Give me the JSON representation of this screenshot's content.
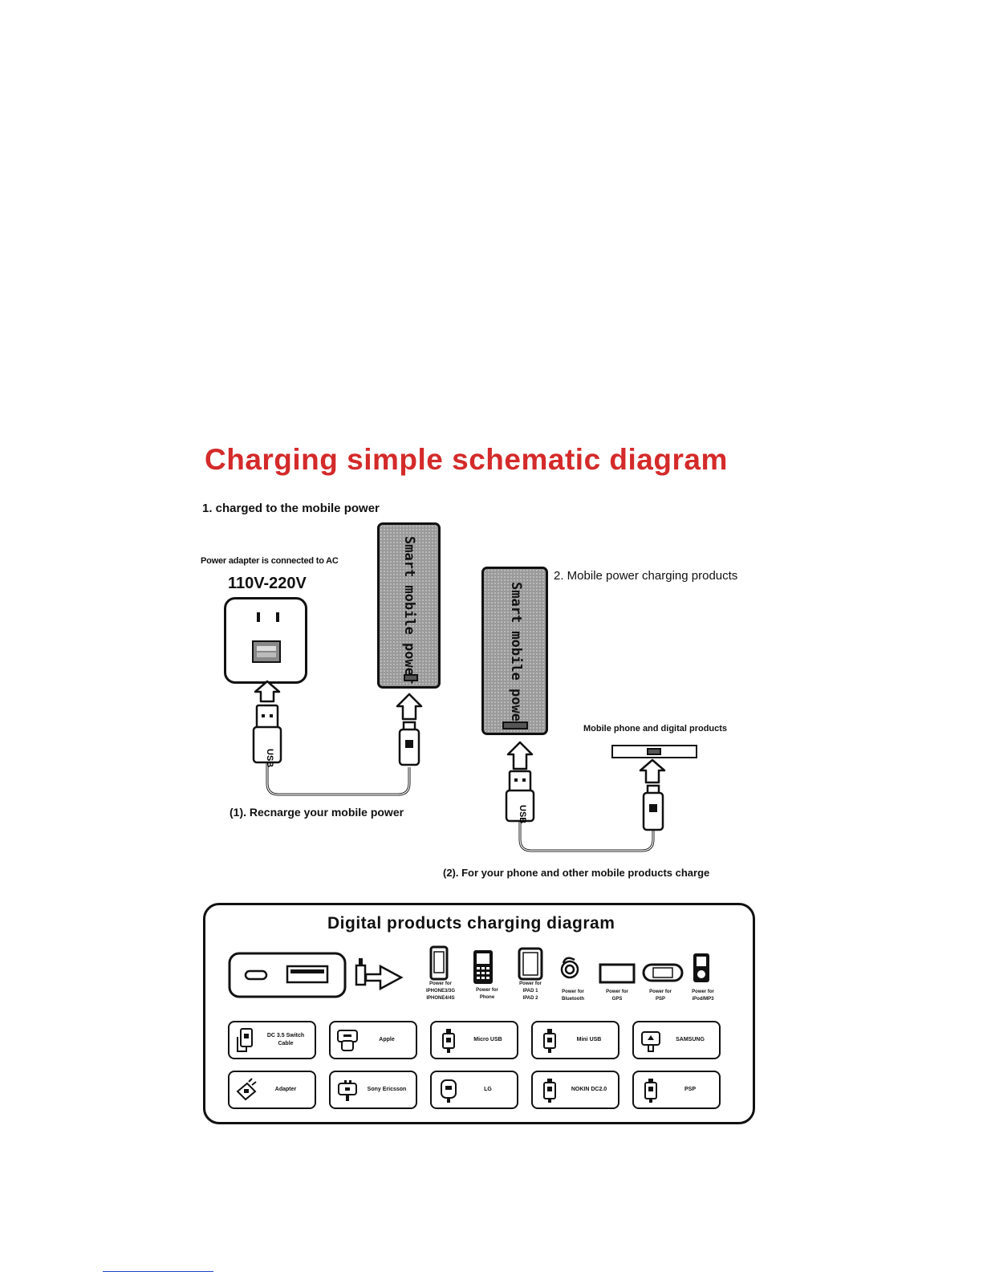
{
  "title": "Charging simple schematic diagram",
  "step1": {
    "heading": "1. charged to the mobile power",
    "adapter_note": "Power adapter is connected to AC",
    "voltage": "110V-220V",
    "bank_label": "Smart mobile power",
    "usb_label": "USB",
    "caption": "(1). Recnarge your mobile power"
  },
  "step2": {
    "heading": "2. Mobile power charging products",
    "bank_label": "Smart mobile power",
    "usb_label": "USB",
    "mobile_note": "Mobile phone and digital products",
    "caption": "(2). For your phone and other mobile products charge"
  },
  "panel": {
    "title": "Digital products charging diagram",
    "devices": [
      {
        "icon": "smartphone-icon",
        "label": "Power for\nIPHONE3/3G\nIPHONE4/4S"
      },
      {
        "icon": "keypad-phone-icon",
        "label": "Power for\nPhone"
      },
      {
        "icon": "tablet-icon",
        "label": "Power for\nIPAD 1\nIPAD 2"
      },
      {
        "icon": "bluetooth-headset-icon",
        "label": "Power for\nBluetooth"
      },
      {
        "icon": "gps-icon",
        "label": "Power for\nGPS"
      },
      {
        "icon": "psp-icon",
        "label": "Power for\nPSP"
      },
      {
        "icon": "ipod-icon",
        "label": "Power for\niPod/MP3"
      }
    ],
    "connectors": [
      {
        "icon": "dc-cable-icon",
        "label": "DC 3.5 Switch Cable"
      },
      {
        "icon": "apple-connector-icon",
        "label": "Apple"
      },
      {
        "icon": "micro-usb-icon",
        "label": "Micro USB"
      },
      {
        "icon": "mini-usb-icon",
        "label": "Mini USB"
      },
      {
        "icon": "samsung-connector-icon",
        "label": "SAMSUNG"
      },
      {
        "icon": "adapter-plug-icon",
        "label": "Adapter"
      },
      {
        "icon": "sony-ericsson-connector-icon",
        "label": "Sony Ericsson"
      },
      {
        "icon": "lg-connector-icon",
        "label": "LG"
      },
      {
        "icon": "nokia-connector-icon",
        "label": "NOKIN DC2.0"
      },
      {
        "icon": "psp-connector-icon",
        "label": "PSP"
      }
    ]
  },
  "colors": {
    "title": "#d42a2a",
    "bank_fill": "#9a9a9a",
    "link": "#2244cc"
  }
}
